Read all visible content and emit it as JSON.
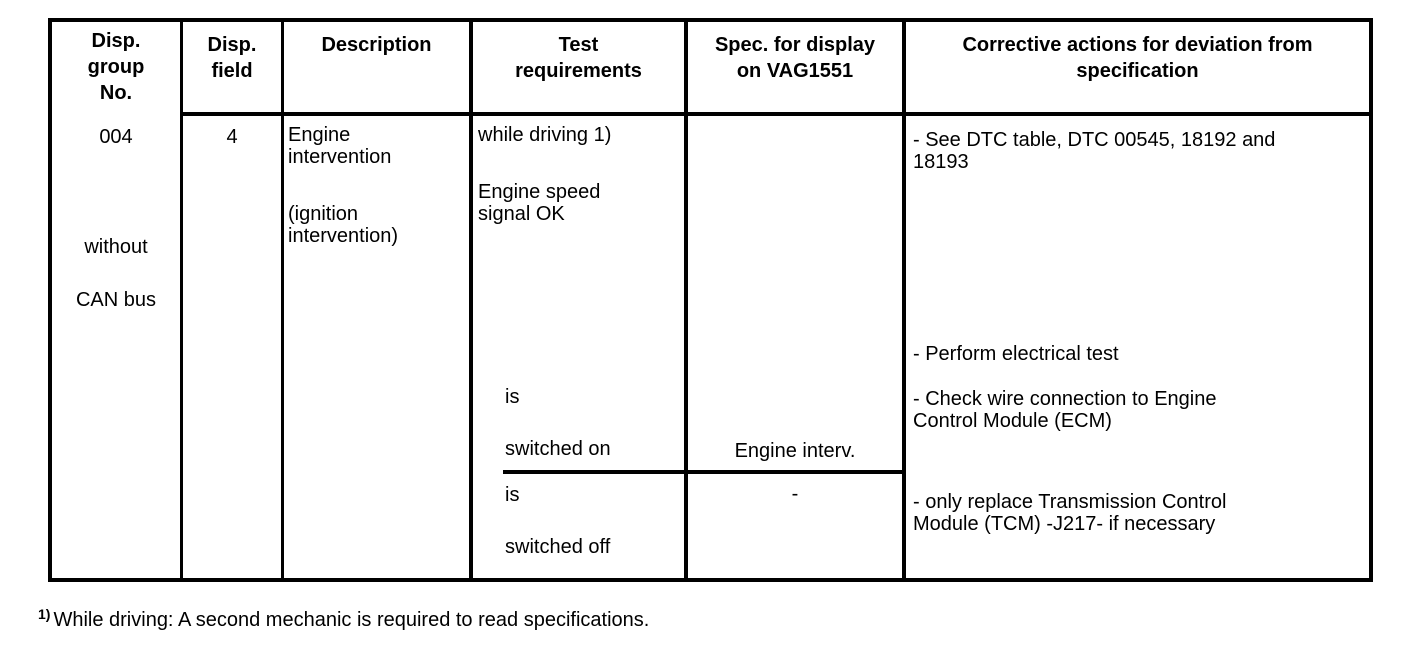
{
  "colors": {
    "ink": "#000000",
    "paper": "#ffffff"
  },
  "table": {
    "headers": {
      "disp_group_no": "Disp.\ngroup\nNo.",
      "disp_field": "Disp.\nfield",
      "description": "Description",
      "test_requirements": "Test\nrequirements",
      "spec_display": "Spec. for display\non VAG1551",
      "corrective_actions": "Corrective actions for deviation from\nspecification"
    },
    "row": {
      "disp_group_no": "004",
      "group_note_1": "without",
      "group_note_2": "CAN bus",
      "disp_field": "4",
      "description_main": "Engine\nintervention",
      "description_sub": "(ignition\nintervention)",
      "test_condition_1": "while driving 1)",
      "test_condition_2": "Engine speed\nsignal OK",
      "subrow_on": {
        "cond_line1": "is",
        "cond_line2": "switched on",
        "spec": "Engine interv."
      },
      "subrow_off": {
        "cond_line1": "is",
        "cond_line2": "switched off",
        "spec": "-"
      },
      "action_1": "- See DTC table, DTC 00545, 18192 and\n18193",
      "action_2": "- Perform electrical test",
      "action_3": "- Check wire connection to Engine\nControl Module (ECM)",
      "action_4": "- only replace Transmission Control\nModule (TCM) -J217- if necessary"
    }
  },
  "footnote": {
    "marker": "1)",
    "text": "While driving: A second mechanic is required to read specifications."
  }
}
